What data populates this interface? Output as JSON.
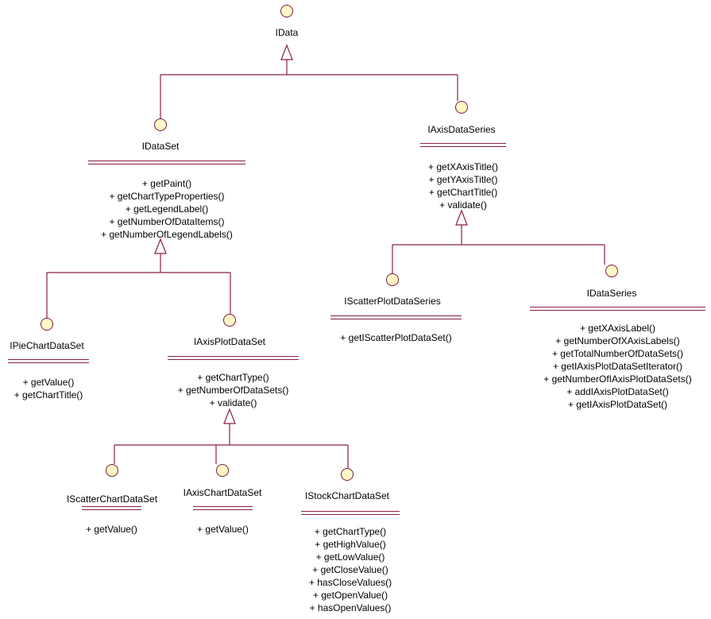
{
  "nodes": {
    "idata": {
      "name": "IData",
      "ops": []
    },
    "idataset": {
      "name": "IDataSet",
      "ops": [
        "+ getPaint()",
        "+ getChartTypeProperties()",
        "+ getLegendLabel()",
        "+ getNumberOfDataItems()",
        "+ getNumberOfLegendLabels()"
      ]
    },
    "iaxisdataseries": {
      "name": "IAxisDataSeries",
      "ops": [
        "+ getXAxisTitle()",
        "+ getYAxisTitle()",
        "+ getChartTitle()",
        "+ validate()"
      ]
    },
    "ipiechartdataset": {
      "name": "IPieChartDataSet",
      "ops": [
        "+ getValue()",
        "+ getChartTitle()"
      ]
    },
    "iaxisplotdataset": {
      "name": "IAxisPlotDataSet",
      "ops": [
        "+ getChartType()",
        "+ getNumberOfDataSets()",
        "+ validate()"
      ]
    },
    "iscatterplotdataseries": {
      "name": "IScatterPlotDataSeries",
      "ops": [
        "+ getIScatterPlotDataSet()"
      ]
    },
    "idataseries": {
      "name": "IDataSeries",
      "ops": [
        "+ getXAxisLabel()",
        "+ getNumberOfXAxisLabels()",
        "+ getTotalNumberOfDataSets()",
        "+ getIAxisPlotDataSetIterator()",
        "+ getNumberOfIAxisPlotDataSets()",
        "+ addIAxisPlotDataSet()",
        "+ getIAxisPlotDataSet()"
      ]
    },
    "iscatterchartdataset": {
      "name": "IScatterChartDataSet",
      "ops": [
        "+ getValue()"
      ]
    },
    "iaxischartdataset": {
      "name": "IAxisChartDataSet",
      "ops": [
        "+ getValue()"
      ]
    },
    "istockchartdataset": {
      "name": "IStockChartDataSet",
      "ops": [
        "+ getChartType()",
        "+ getHighValue()",
        "+ getLowValue()",
        "+ getCloseValue()",
        "+ hasCloseValues()",
        "+ getOpenValue()",
        "+ hasOpenValues()"
      ]
    }
  },
  "colors": {
    "line": "#8a1f4a",
    "interface_fill": "#fff8c6",
    "text": "#000000"
  }
}
